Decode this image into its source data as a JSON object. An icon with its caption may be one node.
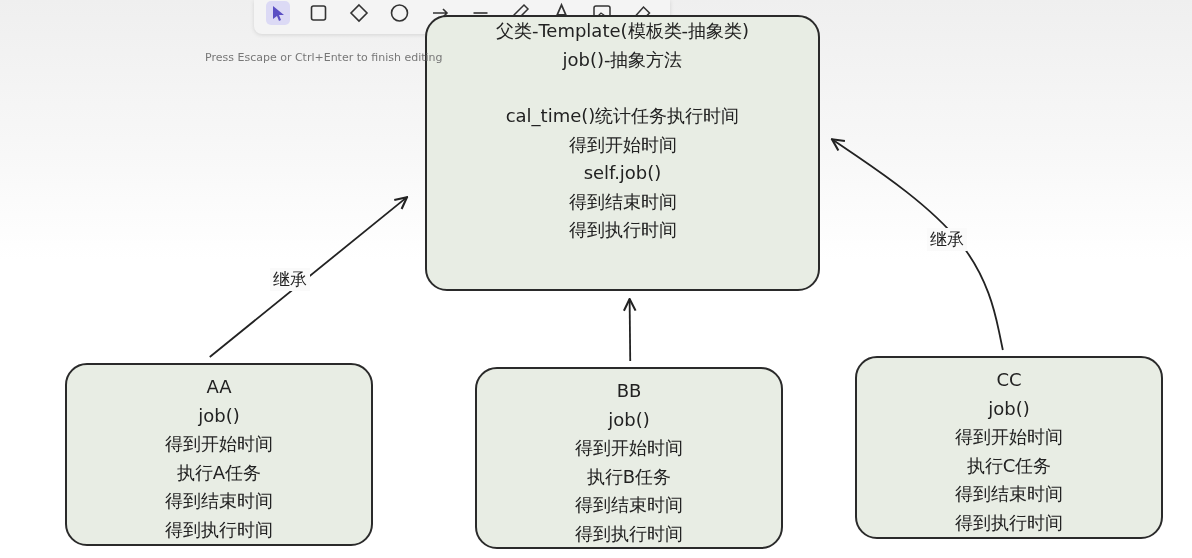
{
  "diagram": {
    "nodes": [
      {
        "text": [
          "父类-Template(模板类-抽象类)",
          "job()-抽象方法",
          "cal_time()统计任务执行时间",
          "得到开始时间",
          "self.job()",
          "得到结束时间",
          "得到执行时间"
        ]
      },
      {
        "text": [
          "AA",
          "job()",
          "得到开始时间",
          "执行A任务",
          "得到结束时间",
          "得到执行时间"
        ]
      },
      {
        "text": [
          "BB",
          "job()",
          "得到开始时间",
          "执行B任务",
          "得到结束时间",
          "得到执行时间"
        ]
      },
      {
        "text": [
          "CC",
          "job()",
          "得到开始时间",
          "执行C任务",
          "得到结束时间",
          "得到执行时间"
        ]
      }
    ],
    "edges": [
      {
        "from": 1,
        "to": 0,
        "arrow": "to",
        "label": "继承"
      },
      {
        "from": 2,
        "to": 0,
        "arrow": "to"
      },
      {
        "from": 3,
        "to": 0,
        "arrow": "to",
        "label": "继承"
      }
    ],
    "labels": [
      "Press Escape or Ctrl+Enter to finish editing"
    ]
  }
}
